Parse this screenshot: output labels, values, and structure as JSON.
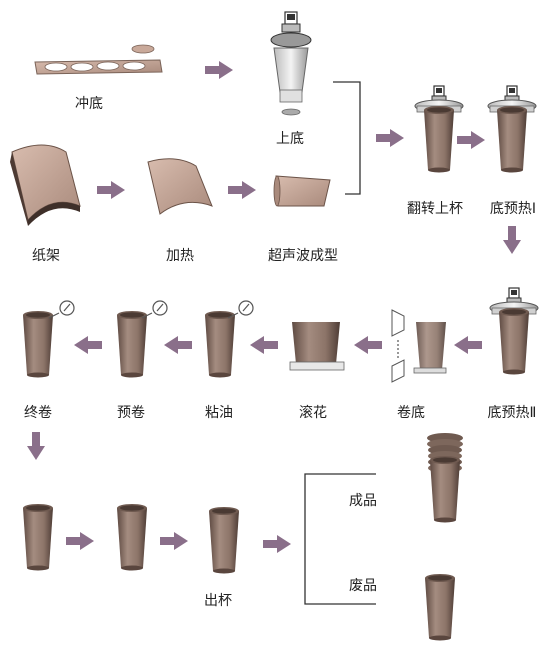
{
  "labels": {
    "punch_bottom": "冲底",
    "load_bottom": "上底",
    "paper_rack": "纸架",
    "heating": "加热",
    "ultrasonic_forming": "超声波成型",
    "flip_load_cup": "翻转上杯",
    "bottom_preheat_1": "底预热Ⅰ",
    "bottom_preheat_2": "底预热Ⅱ",
    "curl_bottom": "卷底",
    "knurling": "滚花",
    "oiling": "粘油",
    "pre_curl": "预卷",
    "final_curl": "终卷",
    "cup_out": "出杯",
    "finished": "成品",
    "rejected": "废品"
  },
  "colors": {
    "cup": "#8c7468",
    "cup_dark": "#5e4a42",
    "paper": "#c9a99a",
    "arrow": "#8a6f8a",
    "line": "#333333"
  }
}
